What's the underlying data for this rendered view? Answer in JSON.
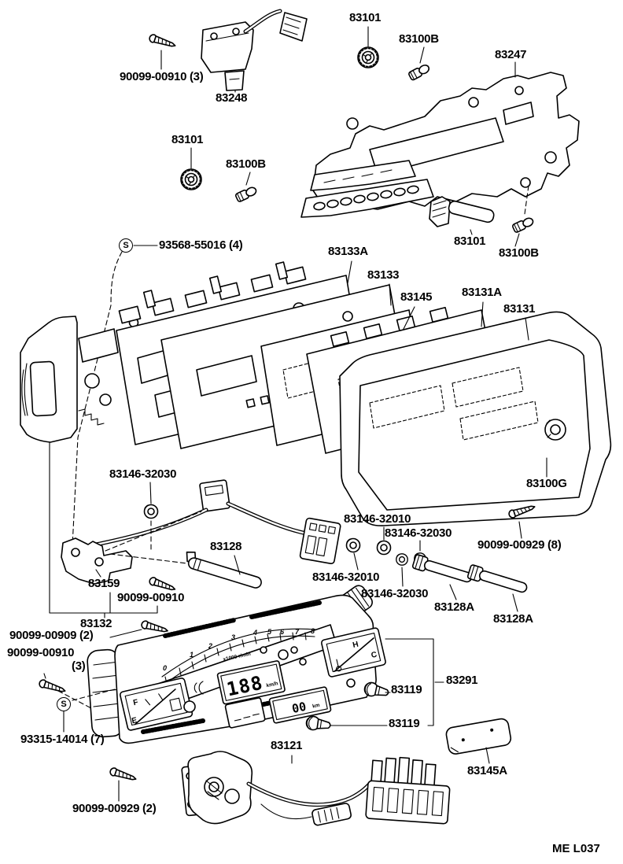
{
  "figure": {
    "code": "ME L037"
  },
  "screw_note_symbol": "S",
  "callouts": [
    {
      "text": "90099-00910 (3)"
    },
    {
      "text": "83248"
    },
    {
      "text": "83101"
    },
    {
      "text": "83100B"
    },
    {
      "text": "83247"
    },
    {
      "text": "83101"
    },
    {
      "text": "83100B"
    },
    {
      "text": "93568-55016 (4)"
    },
    {
      "text": "83133A"
    },
    {
      "text": "83133"
    },
    {
      "text": "83145"
    },
    {
      "text": "83131A"
    },
    {
      "text": "83131"
    },
    {
      "text": "83101"
    },
    {
      "text": "83100B"
    },
    {
      "text": "83146-32030"
    },
    {
      "text": "83100G"
    },
    {
      "text": "83146-32010"
    },
    {
      "text": "83146-32030"
    },
    {
      "text": "90099-00929 (8)"
    },
    {
      "text": "83128"
    },
    {
      "text": "83146-32010"
    },
    {
      "text": "83146-32030"
    },
    {
      "text": "83128A"
    },
    {
      "text": "83128A"
    },
    {
      "text": "83159"
    },
    {
      "text": "90099-00910"
    },
    {
      "text": "83132"
    },
    {
      "text": "90099-00909 (2)"
    },
    {
      "text": "90099-00910"
    },
    {
      "text": "(3)"
    },
    {
      "text": "93315-14014 (7)"
    },
    {
      "text": "83119"
    },
    {
      "text": "83119"
    },
    {
      "text": "83291"
    },
    {
      "text": "83121"
    },
    {
      "text": "83145A"
    },
    {
      "text": "90099-00929 (2)"
    }
  ],
  "cluster_face": {
    "tach_ticks": [
      "0",
      "1",
      "2",
      "3",
      "4",
      "5",
      "6",
      "7",
      "8"
    ],
    "tach_unit": "x1000 r/min",
    "speed_value": "188",
    "speed_unit": "km/h",
    "odo_value": "00",
    "odo_unit": "km",
    "fuel_full": "F",
    "fuel_empty": "E",
    "temp_hot": "H",
    "temp_cold": "C"
  }
}
